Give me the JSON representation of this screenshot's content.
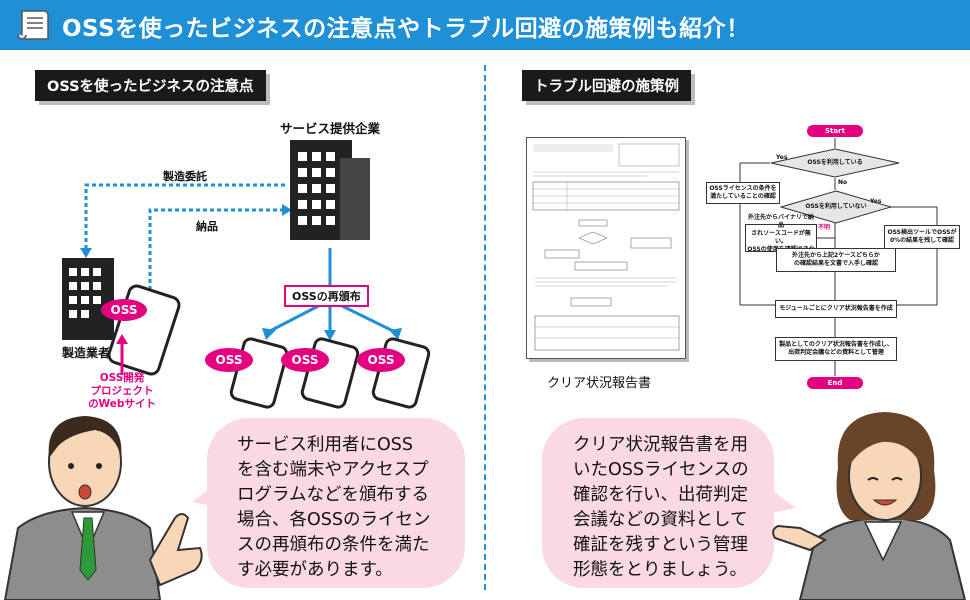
{
  "banner": {
    "title": "OSSを使ったビジネスの注意点やトラブル回避の施策例も紹介！",
    "color": "#1f8fd6"
  },
  "left": {
    "heading": "OSSを使ったビジネスの注意点",
    "service_provider": "サービス提供企業",
    "outsourcing": "製造委託",
    "delivery": "納品",
    "manufacturer": "製造業者",
    "oss_badge": "OSS",
    "redistribution": "OSSの再頒布",
    "devices": [
      "OSS",
      "OSS",
      "OSS"
    ],
    "oss_project": "OSS開発\nプロジェクト\nのWebサイト",
    "bubble": "サービス利用者にOSS\nを含む端末やアクセスプ\nログラムなどを頒布する\n場合、各OSSのライセン\nスの再頒布の条件を満た\nす必要があります。"
  },
  "right": {
    "heading": "トラブル回避の施策例",
    "report_caption": "クリア状況報告書",
    "bubble": "クリア状況報告書を用\nいたOSSライセンスの\n確認を行い、出荷判定\n会議などの資料として\n確証を残すという管理\n形態をとりましょう。",
    "flowchart": {
      "start": "Start",
      "end": "End",
      "decision1": "OSSを利用している",
      "yes1": "Yes",
      "no1": "No",
      "decision2": "OSSを利用していない",
      "yes2": "Yes",
      "box_conditions": "OSSライセンスの条件を\n満たしていることの確認",
      "box_binary": "外注先からバイナリで納品\nされソースコードが無い。\nOSSの使用を確認できない",
      "unknown": "不明",
      "box_tool": "OSS検出ツールでOSSが\n0%の結果を残して確認",
      "box_vendor": "外注先から上記2ケースどちらか\nの確認結果を文書で入手し確認",
      "box_report": "モジュールごとにクリア状況報告書を作成",
      "box_meeting": "製品としてのクリア状況報告書を作成し、\n出荷判定会議などの資料として管理"
    }
  }
}
